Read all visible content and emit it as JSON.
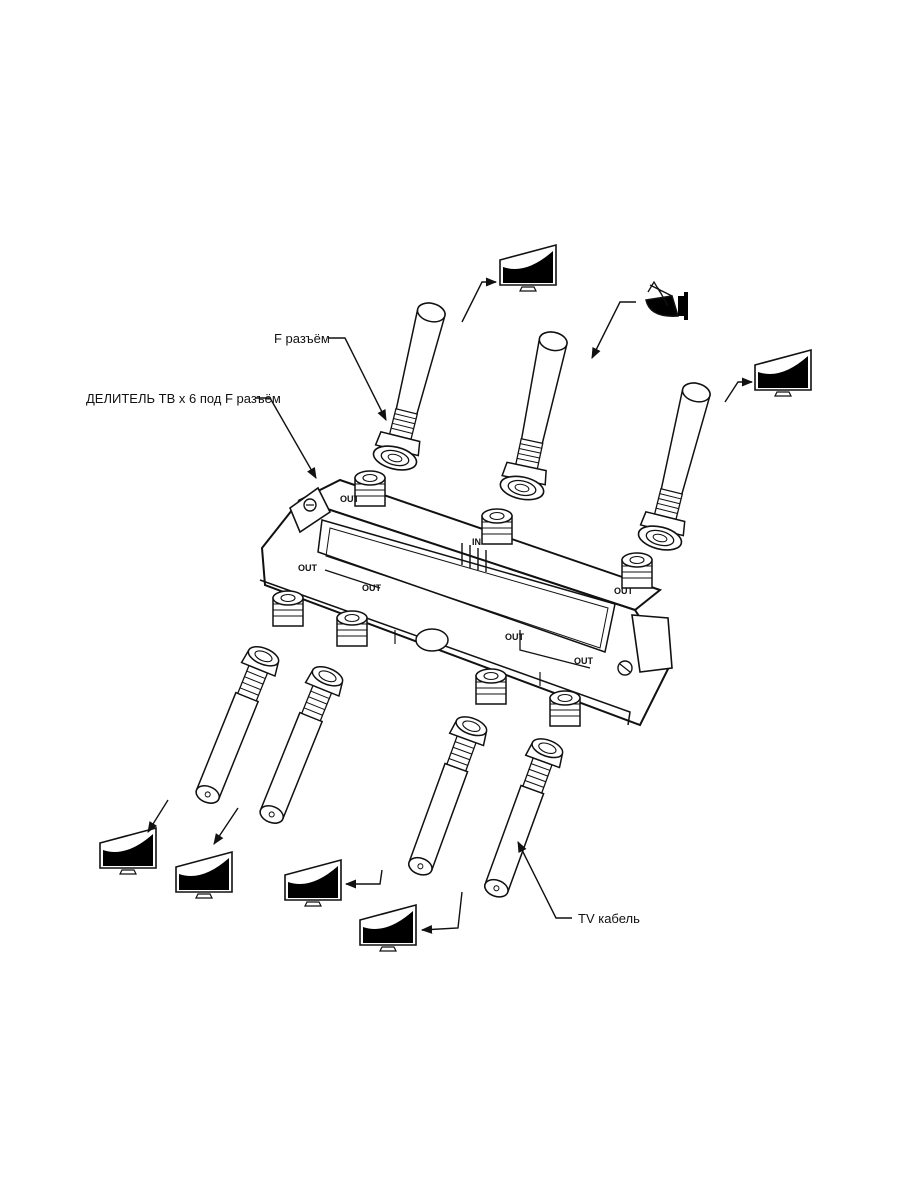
{
  "labels": {
    "splitter": "ДЕЛИТЕЛЬ ТВ х 6 под F разъём",
    "f_connector": "F разъём",
    "tv_cable": "TV кабель"
  },
  "ports": {
    "in": "IN",
    "out": "OUT"
  },
  "icons": {
    "source": "satellite-dish-icon",
    "destination": "tv-icon"
  },
  "colors": {
    "line": "#111111",
    "background": "#ffffff",
    "screen": "#000000"
  }
}
